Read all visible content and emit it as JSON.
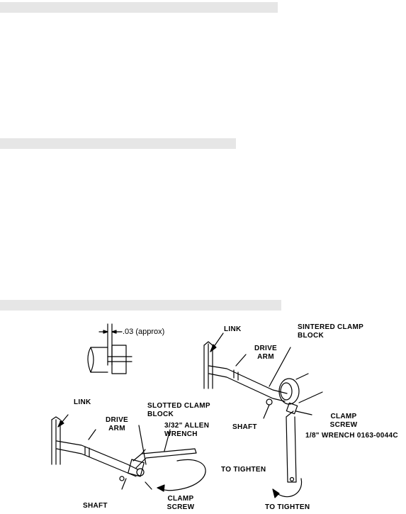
{
  "section_bars": [
    "",
    "",
    ""
  ],
  "callouts": {
    "gap": ".03 (approx)",
    "left": {
      "link": "LINK",
      "drive_arm": "DRIVE ARM",
      "slotted_clamp_block": "SLOTTED CLAMP BLOCK",
      "allen_wrench": "3/32\" ALLEN WRENCH",
      "to_tighten": "TO TIGHTEN",
      "shaft": "SHAFT",
      "clamp_screw": "CLAMP SCREW"
    },
    "right": {
      "link": "LINK",
      "sintered_clamp_block": "SINTERED CLAMP BLOCK",
      "drive_arm": "DRIVE ARM",
      "shaft": "SHAFT",
      "clamp_screw": "CLAMP SCREW",
      "wrench": "1/8\" WRENCH 0163-0044C",
      "to_tighten": "TO TIGHTEN"
    }
  }
}
